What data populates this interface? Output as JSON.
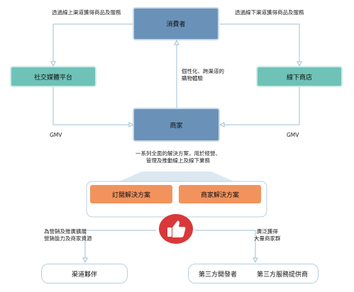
{
  "nodes": {
    "consumer": "消費者",
    "social": "社交媒體平台",
    "offline_store": "線下商店",
    "merchant": "商家",
    "sub_solution": "訂閱解決方案",
    "merchant_solution": "商家解決方案",
    "channel_partner": "渠道夥伴",
    "third_dev": "第三方開發者",
    "third_provider": "第三方服務提供商"
  },
  "labels": {
    "top_left": "透過線上渠道獲得商品及服務",
    "top_right": "透過線下渠道獲得商品及服務",
    "center_line1": "個性化、跨渠道的",
    "center_line2": "購物體驗",
    "gmv_left": "GMV",
    "gmv_right": "GMV",
    "solutions_line1": "一系列全面的解決方案，用於經營、",
    "solutions_line2": "管理及推動線上及線下業務",
    "left_bottom_line1": "為營銷及推廣擴展",
    "left_bottom_line2": "營銷能力及商家資源",
    "right_bottom_line1": "廣泛獲得",
    "right_bottom_line2": "大量商家群"
  },
  "icons": {
    "center": "thumbs-up-icon"
  },
  "colors": {
    "blue": "#6a92b8",
    "teal": "#6fc2b7",
    "orange": "#f2935e",
    "red": "#d9383a",
    "line": "#9fbfd6"
  }
}
